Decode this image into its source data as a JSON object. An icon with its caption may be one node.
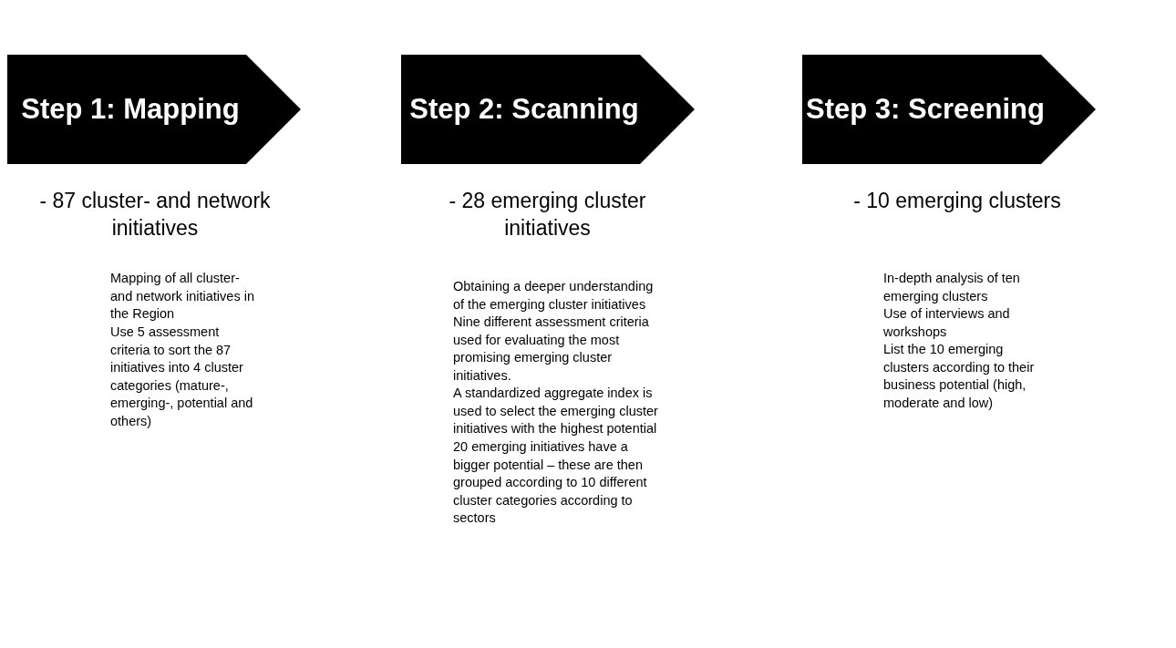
{
  "diagram": {
    "nodes": [
      {
        "text": [
          "Step 1: Mapping"
        ],
        "beside": [
          "- 87 cluster- and network initiatives",
          "Mapping of all cluster- and network initiatives in the Region",
          "Use 5 assessment criteria to sort the 87 initiatives into 4 cluster categories (mature-, emerging-, potential and others)"
        ]
      },
      {
        "text": [
          "Step 2: Scanning"
        ],
        "beside": [
          "- 28 emerging cluster initiatives",
          "Obtaining a deeper understanding of the emerging cluster initiatives",
          "Nine different assessment criteria used for evaluating the most promising emerging cluster initiatives.",
          "A standardized aggregate index is used to select the emerging cluster initiatives with the highest potential",
          "20 emerging initiatives have a bigger potential – these are then grouped according to 10 different cluster categories according to sectors"
        ]
      },
      {
        "text": [
          "Step 3: Screening"
        ],
        "beside": [
          "- 10 emerging clusters",
          "In-depth analysis  of ten emerging clusters",
          "Use of interviews and workshops",
          "List the 10 emerging clusters according to their business potential (high, moderate and low)"
        ]
      }
    ],
    "edges": []
  }
}
